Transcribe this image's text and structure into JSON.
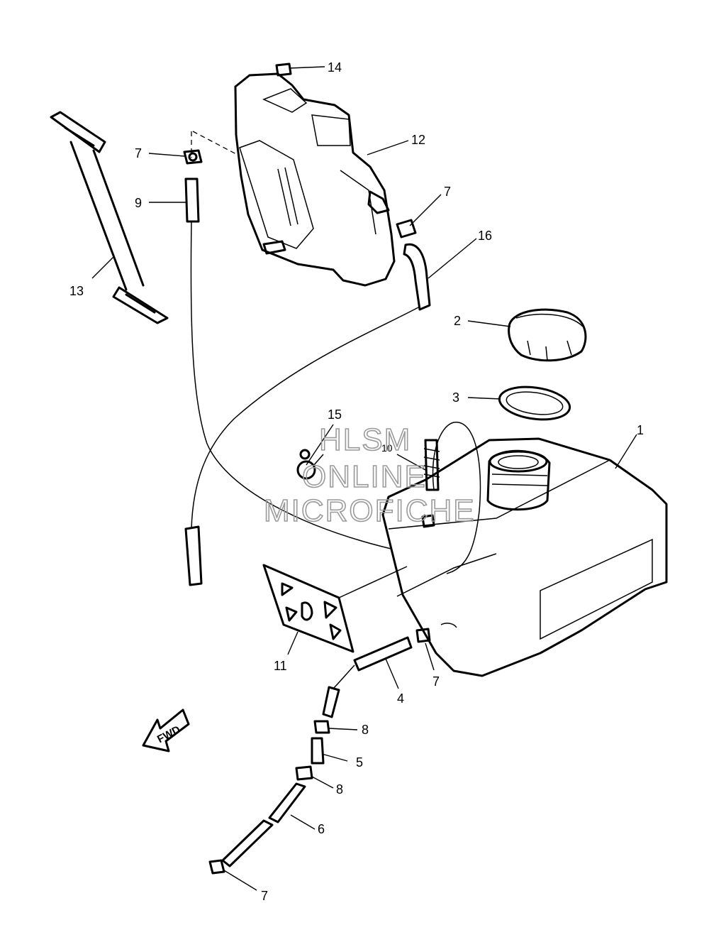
{
  "callouts": {
    "n1": "1",
    "n2": "2",
    "n3": "3",
    "n4": "4",
    "n5": "5",
    "n6": "6",
    "n7a": "7",
    "n7b": "7",
    "n7c": "7",
    "n7d": "7",
    "n8a": "8",
    "n8b": "8",
    "n9": "9",
    "n10": "10",
    "n11": "11",
    "n12": "12",
    "n13": "13",
    "n14": "14",
    "n15": "15",
    "n16": "16"
  },
  "watermark": {
    "line1": "HLSM",
    "line2": "ONLINE",
    "line3": "MICROFICHE"
  },
  "fwd_label": "FWD"
}
